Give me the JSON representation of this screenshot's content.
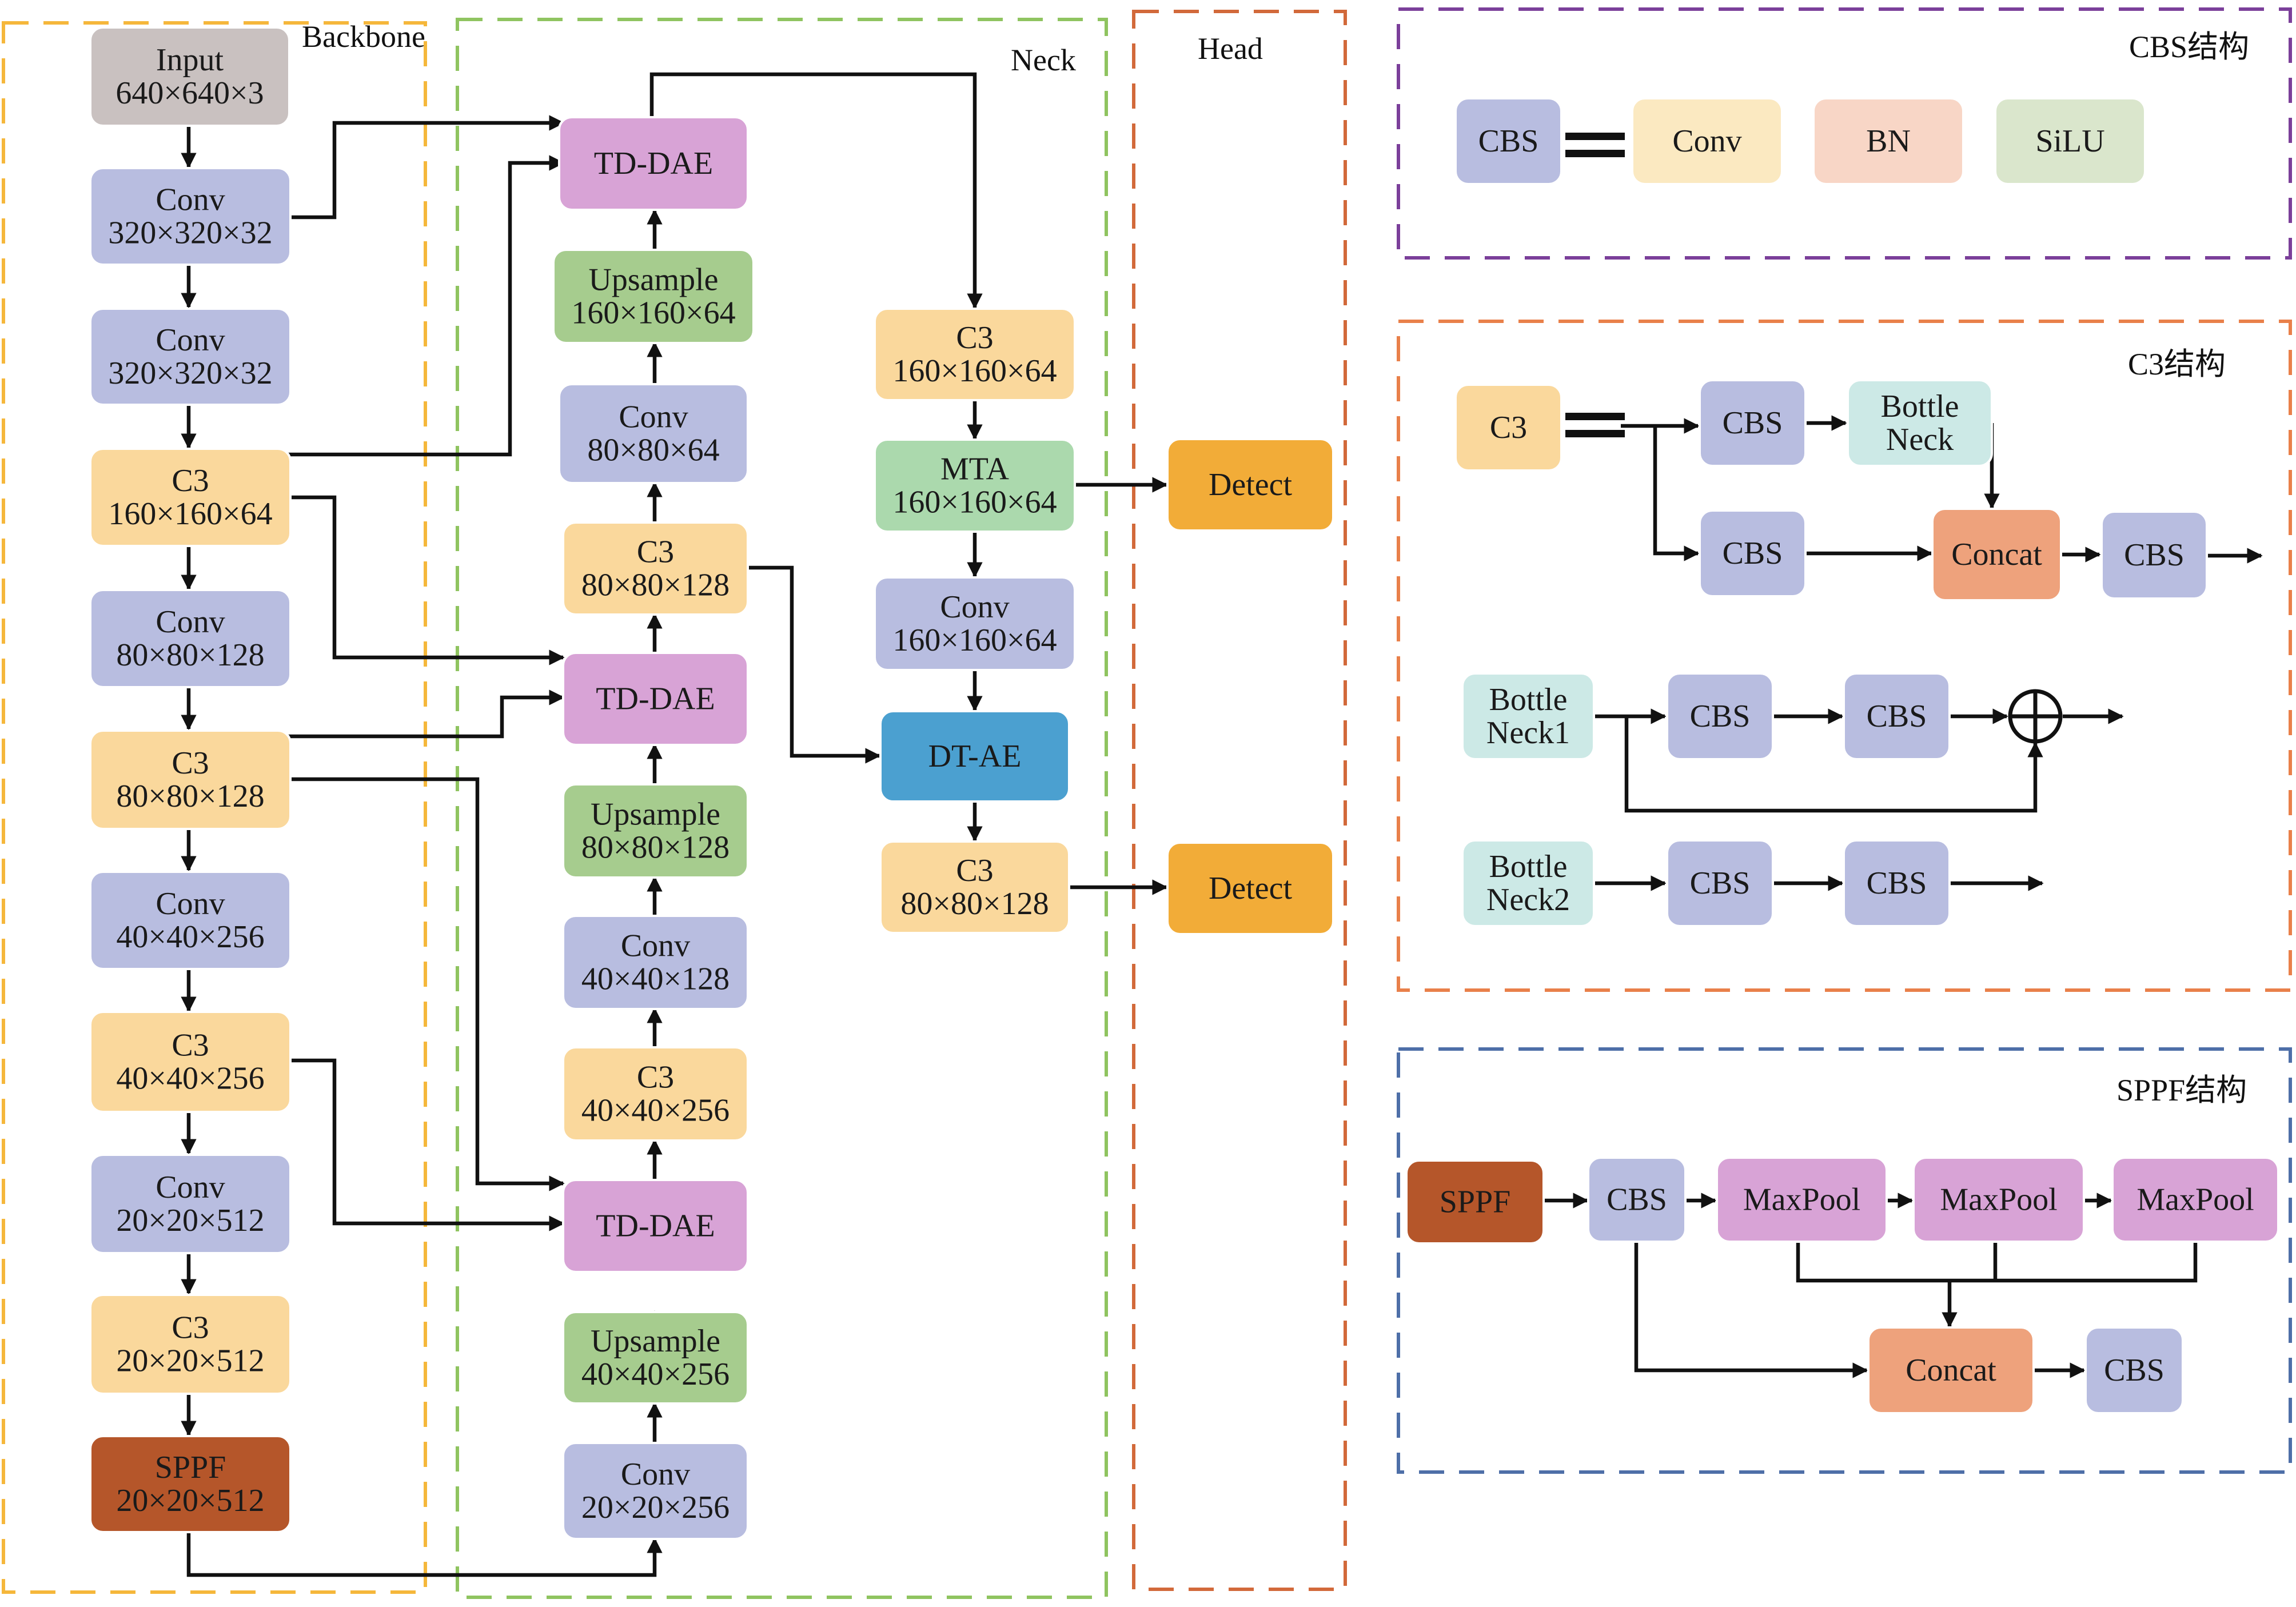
{
  "regions": {
    "backbone": "Backbone",
    "neck": "Neck",
    "head": "Head",
    "cbs_struct": "CBS结构",
    "c3_struct": "C3结构",
    "sppf_struct": "SPPF结构"
  },
  "colors": {
    "input": "#c9c1c0",
    "conv": "#b8bde0",
    "c3": "#fad89c",
    "sppf": "#b5562a",
    "td_dae": "#d8a3d6",
    "upsample": "#a6cc8e",
    "mta": "#abd9ad",
    "dt_ae": "#4ba0d0",
    "detect": "#f2ac38",
    "conv_light": "#fbe9c1",
    "bn": "#f8d6c6",
    "silu": "#dae6cc",
    "bottleneck": "#cce9e6",
    "concat": "#eea27c",
    "maxpool": "#d8a3d6",
    "backbone_border": "#f5b73b",
    "neck_border": "#8fc460",
    "head_border": "#d2693a",
    "cbs_border": "#7b3f9a",
    "c3_border": "#e9804a",
    "sppf_border": "#4e6fa8"
  },
  "nodes": {
    "bb_input": [
      "Input",
      "640×640×3"
    ],
    "bb_conv1": [
      "Conv",
      "320×320×32"
    ],
    "bb_conv2": [
      "Conv",
      "320×320×32"
    ],
    "bb_c3_1": [
      "C3",
      "160×160×64"
    ],
    "bb_conv3": [
      "Conv",
      "80×80×128"
    ],
    "bb_c3_2": [
      "C3",
      "80×80×128"
    ],
    "bb_conv4": [
      "Conv",
      "40×40×256"
    ],
    "bb_c3_3": [
      "C3",
      "40×40×256"
    ],
    "bb_conv5": [
      "Conv",
      "20×20×512"
    ],
    "bb_c3_4": [
      "C3",
      "20×20×512"
    ],
    "bb_sppf": [
      "SPPF",
      "20×20×512"
    ],
    "nk_tddae1": [
      "TD-DAE"
    ],
    "nk_up1": [
      "Upsample",
      "160×160×64"
    ],
    "nk_conv1": [
      "Conv",
      "80×80×64"
    ],
    "nk_c3_1": [
      "C3",
      "80×80×128"
    ],
    "nk_tddae2": [
      "TD-DAE"
    ],
    "nk_up2": [
      "Upsample",
      "80×80×128"
    ],
    "nk_conv2": [
      "Conv",
      "40×40×128"
    ],
    "nk_c3_2": [
      "C3",
      "40×40×256"
    ],
    "nk_tddae3": [
      "TD-DAE"
    ],
    "nk_up3": [
      "Upsample",
      "40×40×256"
    ],
    "nk_conv3": [
      "Conv",
      "20×20×256"
    ],
    "nk_c3_3": [
      "C3",
      "160×160×64"
    ],
    "nk_mta": [
      "MTA",
      "160×160×64"
    ],
    "nk_conv4": [
      "Conv",
      "160×160×64"
    ],
    "nk_dtae": [
      "DT-AE"
    ],
    "nk_c3_4": [
      "C3",
      "80×80×128"
    ],
    "hd_detect1": [
      "Detect"
    ],
    "hd_detect2": [
      "Detect"
    ],
    "cbs_cbs": [
      "CBS"
    ],
    "cbs_conv": [
      "Conv"
    ],
    "cbs_bn": [
      "BN"
    ],
    "cbs_silu": [
      "SiLU"
    ],
    "c3s_c3": [
      "C3"
    ],
    "c3s_cbs1": [
      "CBS"
    ],
    "c3s_bottle": [
      "Bottle",
      "Neck"
    ],
    "c3s_cbs2": [
      "CBS"
    ],
    "c3s_concat": [
      "Concat"
    ],
    "c3s_cbs3": [
      "CBS"
    ],
    "bn1_label": [
      "Bottle",
      "Neck1"
    ],
    "bn1_cbs1": [
      "CBS"
    ],
    "bn1_cbs2": [
      "CBS"
    ],
    "bn2_label": [
      "Bottle",
      "Neck2"
    ],
    "bn2_cbs1": [
      "CBS"
    ],
    "bn2_cbs2": [
      "CBS"
    ],
    "sp_sppf": [
      "SPPF"
    ],
    "sp_cbs1": [
      "CBS"
    ],
    "sp_mp1": [
      "MaxPool"
    ],
    "sp_mp2": [
      "MaxPool"
    ],
    "sp_mp3": [
      "MaxPool"
    ],
    "sp_concat": [
      "Concat"
    ],
    "sp_cbs2": [
      "CBS"
    ]
  },
  "symbols": {
    "equals": "=",
    "add": "⊕"
  }
}
